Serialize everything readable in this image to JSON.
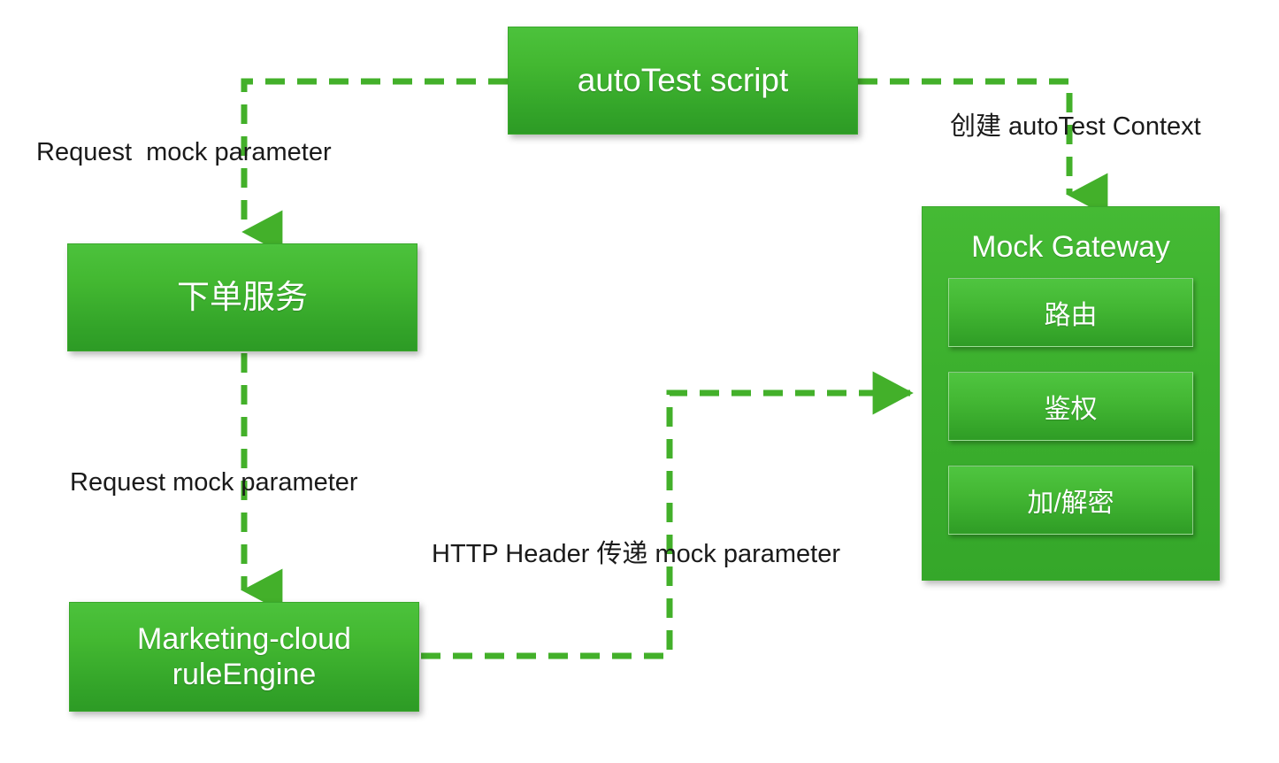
{
  "diagram": {
    "title": "Mock Gateway autoTest flow",
    "accent_color": "#43b02a",
    "node_fill_top": "#4cc23c",
    "node_fill_bottom": "#2d9b25",
    "label_color": "#1a1a1a",
    "background": "#ffffff"
  },
  "nodes": {
    "autotest_script": {
      "label": "autoTest script"
    },
    "order_service": {
      "label": "下单服务"
    },
    "rule_engine": {
      "label": "Marketing-cloud\nruleEngine"
    },
    "mock_gateway": {
      "title": "Mock Gateway",
      "components": [
        {
          "label": "路由"
        },
        {
          "label": "鉴权"
        },
        {
          "label": "加/解密"
        }
      ]
    }
  },
  "edges": [
    {
      "id": "autotest-to-order",
      "label": "Request  mock parameter",
      "from": "autotest_script",
      "to": "order_service"
    },
    {
      "id": "autotest-to-gateway",
      "label": "创建 autoTest Context",
      "from": "autotest_script",
      "to": "mock_gateway"
    },
    {
      "id": "order-to-rule",
      "label": "Request mock parameter",
      "from": "order_service",
      "to": "rule_engine"
    },
    {
      "id": "rule-to-gateway",
      "label": "HTTP Header 传递 mock parameter",
      "from": "rule_engine",
      "to": "mock_gateway"
    }
  ]
}
